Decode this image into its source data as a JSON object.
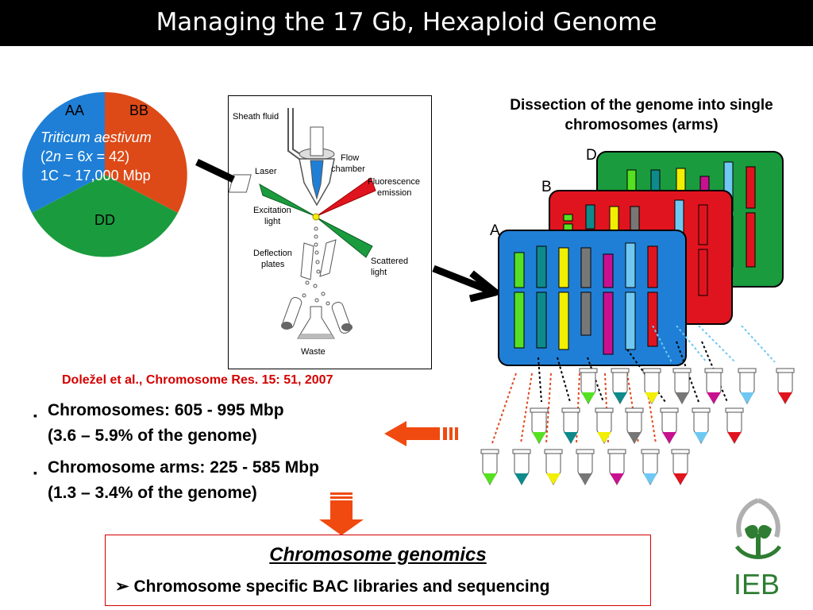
{
  "title": "Managing the 17 Gb, Hexaploid Genome",
  "pie": {
    "aa": "AA",
    "bb": "BB",
    "dd": "DD",
    "species": "Triticum aestivum",
    "ploidy_open": "(2",
    "ploidy_n": "n",
    "ploidy_mid": " = 6",
    "ploidy_x": "x",
    "ploidy_close": " = 42)",
    "size": "1C ~ 17,000 Mbp",
    "colors": {
      "aa": "#dd4a17",
      "bb": "#dd4a17",
      "dd": "#1a9c3e",
      "blue": "#1f7fd6"
    }
  },
  "cytometer": {
    "sheath": "Sheath fluid",
    "flow1": "Flow",
    "flow2": "chamber",
    "laser": "Laser",
    "fluor1": "Fluorescence",
    "fluor2": "emission",
    "excit1": "Excitation",
    "excit2": "light",
    "defl1": "Deflection",
    "defl2": "plates",
    "scat1": "Scattered",
    "scat2": "light",
    "waste": "Waste"
  },
  "dissection": {
    "line1": "Dissection of the genome into single",
    "line2": "chromosomes (arms)",
    "deck_a": "A",
    "deck_b": "B",
    "deck_d": "D"
  },
  "citation": "Doležel et al., Chromosome Res. 15: 51, 2007",
  "bullets": [
    {
      "l1": "Chromosomes: 605 - 995 Mbp",
      "l2": "(3.6 – 5.9% of the genome)"
    },
    {
      "l1": "Chromosome arms: 225 - 585 Mbp",
      "l2": "(1.3 – 3.4% of the genome)"
    }
  ],
  "genomics": {
    "heading": "Chromosome genomics",
    "arrow_glyph": "➢",
    "item": "Chromosome specific BAC libraries and sequencing"
  },
  "logo_text": "IEB",
  "chromosome_colors": [
    "#55e022",
    "#0e8a8a",
    "#f2ef00",
    "#777777",
    "#c8118f",
    "#6fc8f2",
    "#e0141e"
  ]
}
